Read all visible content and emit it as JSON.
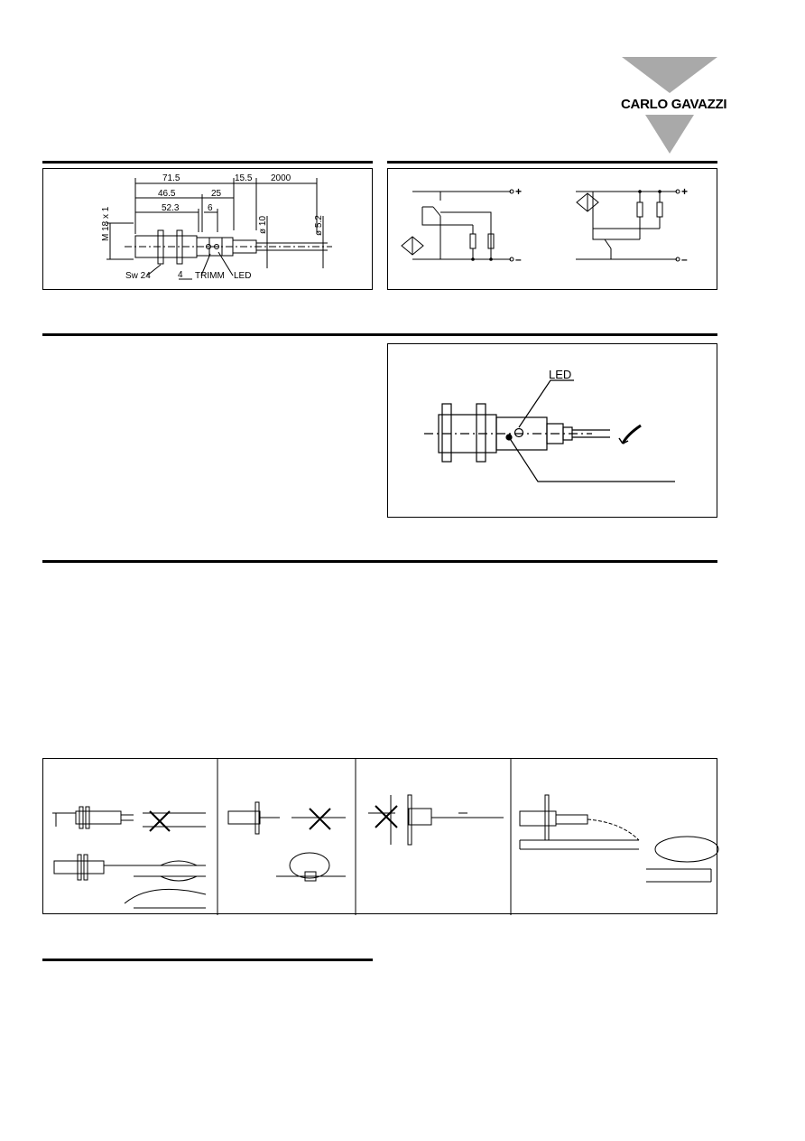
{
  "brand": {
    "name": "CARLO GAVAZZI",
    "color": "#a9a9a9"
  },
  "dimensions_drawing": {
    "dims": [
      "71.5",
      "15.5",
      "2000",
      "46.5",
      "25",
      "52.3",
      "6",
      "4"
    ],
    "thread": "M 18 x 1",
    "dia_body": "ø 10",
    "dia_cable": "ø 5.2",
    "wrench": "Sw 24",
    "trimmer": "TRIMM",
    "led": "LED"
  },
  "wiring": {
    "plus": "+",
    "minus": "–"
  },
  "adjustment_drawing": {
    "led": "LED"
  },
  "icons": [
    "sensor-symbol-icon",
    "resistor-icon",
    "cross-icon",
    "trimmer-icon"
  ]
}
